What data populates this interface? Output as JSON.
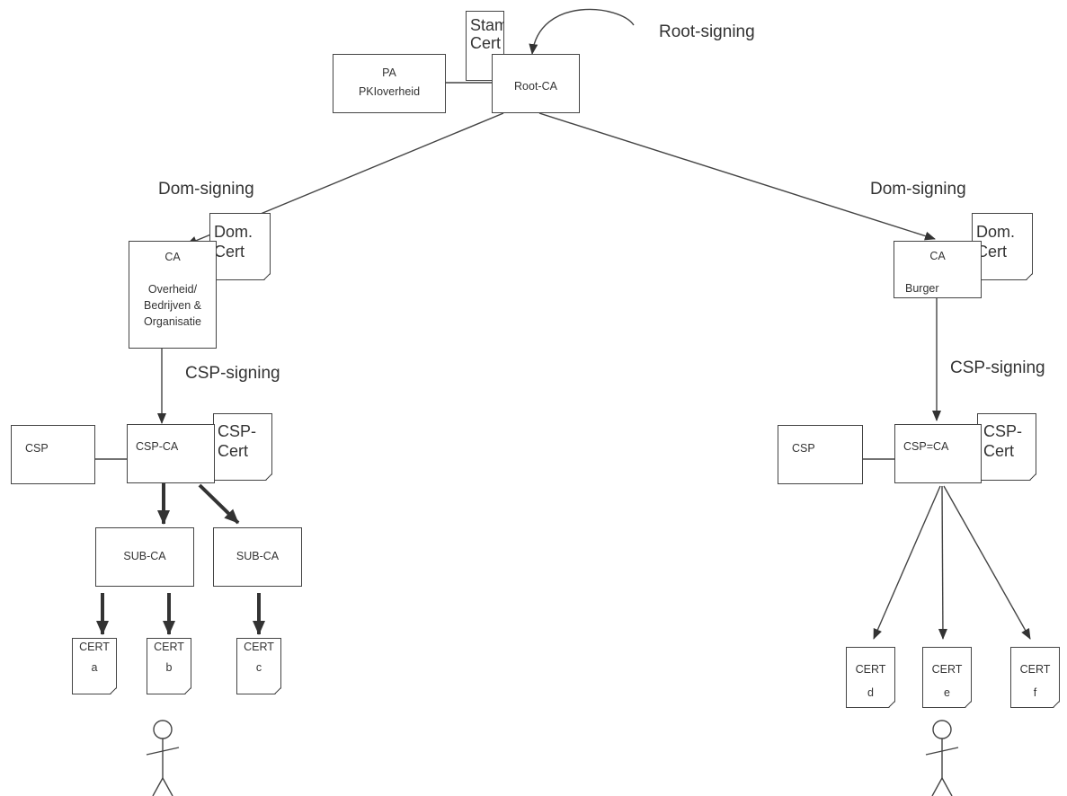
{
  "signing": {
    "root": "Root-signing",
    "dom_left": "Dom-signing",
    "dom_right": "Dom-signing",
    "csp_left": "CSP-signing",
    "csp_right": "CSP-signing"
  },
  "root": {
    "stam_cert_line1": "Stam",
    "stam_cert_line2": "Cert",
    "pa_line1": "PA",
    "pa_line2": "PKIoverheid",
    "root_ca": "Root-CA"
  },
  "left": {
    "ca_title": "CA",
    "ca_line1": "Overheid/",
    "ca_line2": "Bedrijven &",
    "ca_line3": "Organisatie",
    "dom_cert_line1": "Dom.",
    "dom_cert_line2": "Cert",
    "csp": "CSP",
    "csp_ca": "CSP-CA",
    "csp_cert_line1": "CSP-",
    "csp_cert_line2": "Cert",
    "sub_ca_1": "SUB-CA",
    "sub_ca_2": "SUB-CA",
    "certs": [
      {
        "label": "CERT",
        "letter": "a"
      },
      {
        "label": "CERT",
        "letter": "b"
      },
      {
        "label": "CERT",
        "letter": "c"
      }
    ]
  },
  "right": {
    "ca_title": "CA",
    "ca_line1": "Burger",
    "dom_cert_line1": "Dom.",
    "dom_cert_line2": "Cert",
    "csp": "CSP",
    "csp_ca": "CSP=CA",
    "csp_cert_line1": "CSP-",
    "csp_cert_line2": "Cert",
    "certs": [
      {
        "label": "CERT",
        "letter": "d"
      },
      {
        "label": "CERT",
        "letter": "e"
      },
      {
        "label": "CERT",
        "letter": "f"
      }
    ]
  },
  "icons": [
    "person-icon-left",
    "person-icon-right"
  ]
}
